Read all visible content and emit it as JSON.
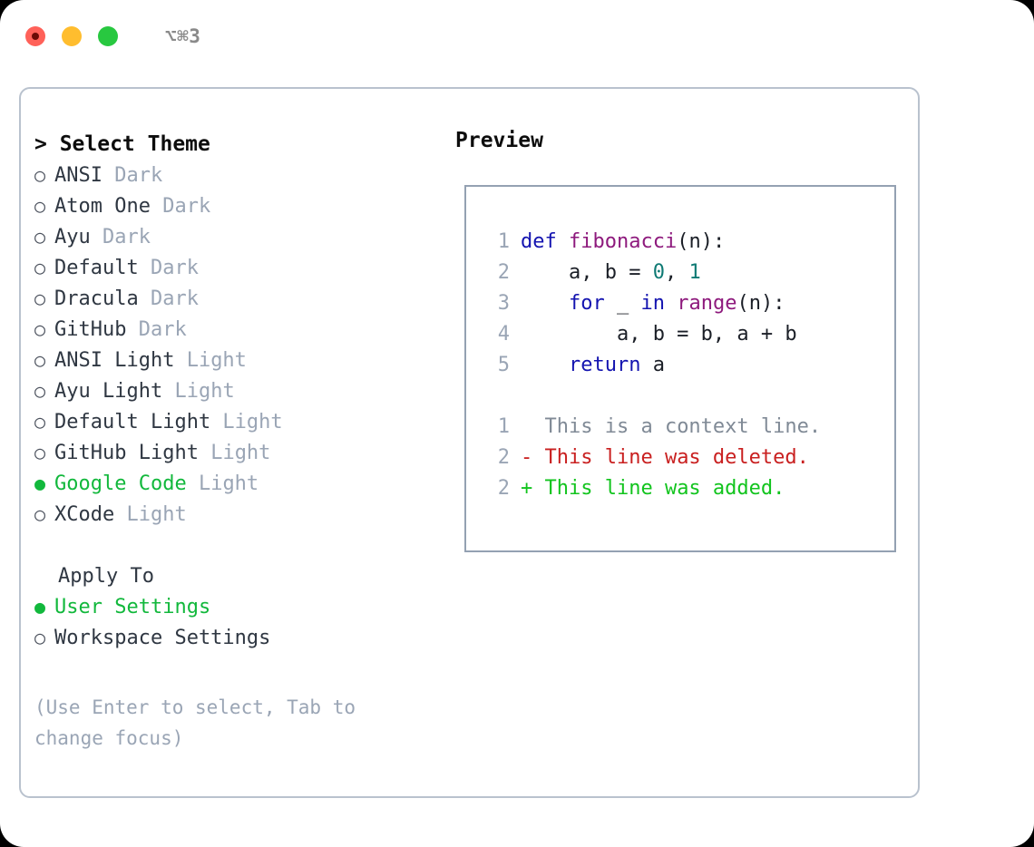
{
  "titlebar": {
    "shortcut": "⌥⌘3",
    "lights": [
      {
        "name": "close",
        "color": "#ff6159"
      },
      {
        "name": "minimize",
        "color": "#ffbd2e"
      },
      {
        "name": "maximize",
        "color": "#28c840"
      }
    ]
  },
  "theme_picker": {
    "header": "> Select Theme",
    "bullet_off": "○",
    "bullet_on": "●",
    "items": [
      {
        "name": "ANSI",
        "variant": "Dark",
        "selected": false
      },
      {
        "name": "Atom One",
        "variant": "Dark",
        "selected": false
      },
      {
        "name": "Ayu",
        "variant": "Dark",
        "selected": false
      },
      {
        "name": "Default",
        "variant": "Dark",
        "selected": false
      },
      {
        "name": "Dracula",
        "variant": "Dark",
        "selected": false
      },
      {
        "name": "GitHub",
        "variant": "Dark",
        "selected": false
      },
      {
        "name": "ANSI Light",
        "variant": "Light",
        "selected": false
      },
      {
        "name": "Ayu Light",
        "variant": "Light",
        "selected": false
      },
      {
        "name": "Default Light",
        "variant": "Light",
        "selected": false
      },
      {
        "name": "GitHub Light",
        "variant": "Light",
        "selected": false
      },
      {
        "name": "Google Code",
        "variant": "Light",
        "selected": true
      },
      {
        "name": "XCode",
        "variant": "Light",
        "selected": false
      }
    ]
  },
  "apply_to": {
    "header": "Apply To",
    "options": [
      {
        "label": "User Settings",
        "selected": true
      },
      {
        "label": "Workspace Settings",
        "selected": false
      }
    ]
  },
  "hint": "(Use Enter to select, Tab to change focus)",
  "preview": {
    "title": "Preview",
    "code_lines": [
      {
        "number": "1",
        "tokens": [
          {
            "text": "def ",
            "kind": "kw"
          },
          {
            "text": "fibonacci",
            "kind": "fn"
          },
          {
            "text": "(n):",
            "kind": "plain"
          }
        ]
      },
      {
        "number": "2",
        "tokens": [
          {
            "text": "    a, b = ",
            "kind": "plain"
          },
          {
            "text": "0",
            "kind": "num"
          },
          {
            "text": ", ",
            "kind": "plain"
          },
          {
            "text": "1",
            "kind": "num"
          }
        ]
      },
      {
        "number": "3",
        "tokens": [
          {
            "text": "    ",
            "kind": "plain"
          },
          {
            "text": "for",
            "kind": "kw"
          },
          {
            "text": " _ ",
            "kind": "plain"
          },
          {
            "text": "in",
            "kind": "kw"
          },
          {
            "text": " ",
            "kind": "plain"
          },
          {
            "text": "range",
            "kind": "fn"
          },
          {
            "text": "(n):",
            "kind": "plain"
          }
        ]
      },
      {
        "number": "4",
        "tokens": [
          {
            "text": "        a, b = b, a + b",
            "kind": "plain"
          }
        ]
      },
      {
        "number": "5",
        "tokens": [
          {
            "text": "    ",
            "kind": "plain"
          },
          {
            "text": "return",
            "kind": "kw"
          },
          {
            "text": " a",
            "kind": "plain"
          }
        ]
      }
    ],
    "diff_lines": [
      {
        "number": "1",
        "marker": " ",
        "text": "This is a context line.",
        "kind": "ctx"
      },
      {
        "number": "2",
        "marker": "-",
        "text": "This line was deleted.",
        "kind": "del"
      },
      {
        "number": "2",
        "marker": "+",
        "text": "This line was added.",
        "kind": "add"
      }
    ]
  },
  "colors": {
    "accent_green": "#12b83c",
    "muted": "#9aa5b5",
    "text": "#2f3742",
    "keyword": "#1414b0",
    "function": "#8e1a7d",
    "number": "#0f7a74",
    "diff_add": "#12c41e",
    "diff_del": "#c92020",
    "panel_border": "#b9c2ce",
    "preview_border": "#94a1b2"
  }
}
